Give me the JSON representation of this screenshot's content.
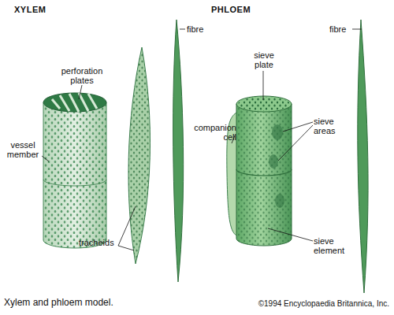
{
  "diagram": {
    "caption": "Xylem and phloem model.",
    "labels": [
      "XYLEM",
      "perforation plates",
      "vessel member",
      "tracheids",
      "fibre",
      "PHLOEM",
      "fibre",
      "sieve plate",
      "companion cell",
      "sieve areas",
      "sieve element",
      "©1994 Encyclopaedia Britannica, Inc."
    ]
  }
}
